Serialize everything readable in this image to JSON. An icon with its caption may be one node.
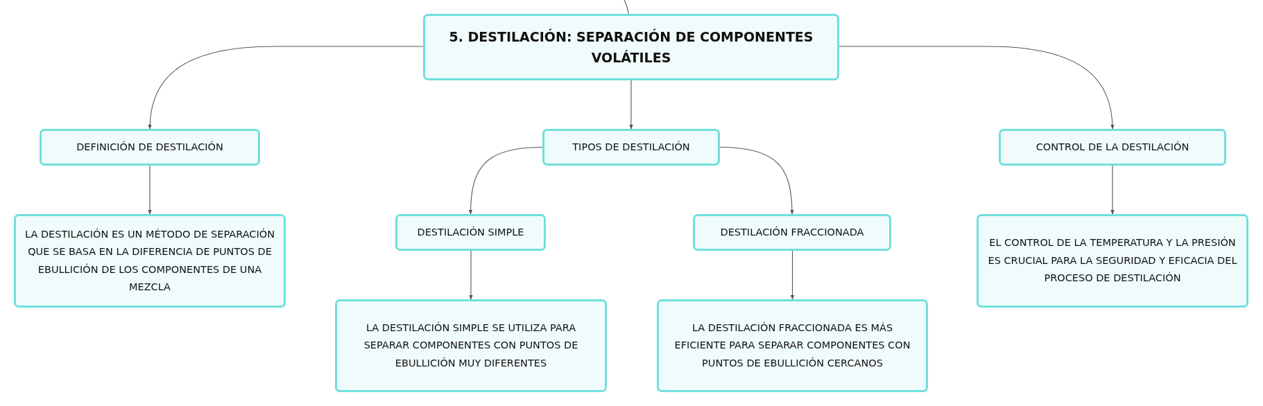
{
  "diagram": {
    "nodes": [
      {
        "text": [
          "5. DESTILACIÓN: SEPARACIÓN DE COMPONENTES VOLÁTILES"
        ]
      },
      {
        "text": [
          "DEFINICIÓN DE DESTILACIÓN"
        ]
      },
      {
        "text": [
          "TIPOS DE DESTILACIÓN"
        ]
      },
      {
        "text": [
          "CONTROL DE LA DESTILACIÓN"
        ]
      },
      {
        "text": [
          "LA DESTILACIÓN ES UN MÉTODO DE SEPARACIÓN QUE SE BASA EN LA DIFERENCIA DE PUNTOS DE EBULLICIÓN DE LOS COMPONENTES DE UNA MEZCLA"
        ]
      },
      {
        "text": [
          "DESTILACIÓN SIMPLE"
        ]
      },
      {
        "text": [
          "DESTILACIÓN FRACCIONADA"
        ]
      },
      {
        "text": [
          "EL CONTROL DE LA TEMPERATURA Y LA PRESIÓN ES CRUCIAL PARA LA SEGURIDAD Y EFICACIA DEL PROCESO DE DESTILACIÓN"
        ]
      },
      {
        "text": [
          "LA DESTILACIÓN SIMPLE SE UTILIZA PARA SEPARAR COMPONENTES CON PUNTOS DE EBULLICIÓN MUY DIFERENTES"
        ]
      },
      {
        "text": [
          "LA DESTILACIÓN FRACCIONADA ES MÁS EFICIENTE PARA SEPARAR COMPONENTES CON PUNTOS DE EBULLICIÓN CERCANOS"
        ]
      }
    ],
    "edges": [
      {
        "from": null,
        "to": 0,
        "arrow": "none"
      },
      {
        "from": 0,
        "to": 1,
        "arrow": "to"
      },
      {
        "from": 0,
        "to": 2,
        "arrow": "to"
      },
      {
        "from": 0,
        "to": 3,
        "arrow": "to"
      },
      {
        "from": 1,
        "to": 4,
        "arrow": "to"
      },
      {
        "from": 2,
        "to": 5,
        "arrow": "to"
      },
      {
        "from": 2,
        "to": 6,
        "arrow": "to"
      },
      {
        "from": 3,
        "to": 7,
        "arrow": "to"
      },
      {
        "from": 5,
        "to": 8,
        "arrow": "to"
      },
      {
        "from": 6,
        "to": 9,
        "arrow": "to"
      }
    ]
  }
}
